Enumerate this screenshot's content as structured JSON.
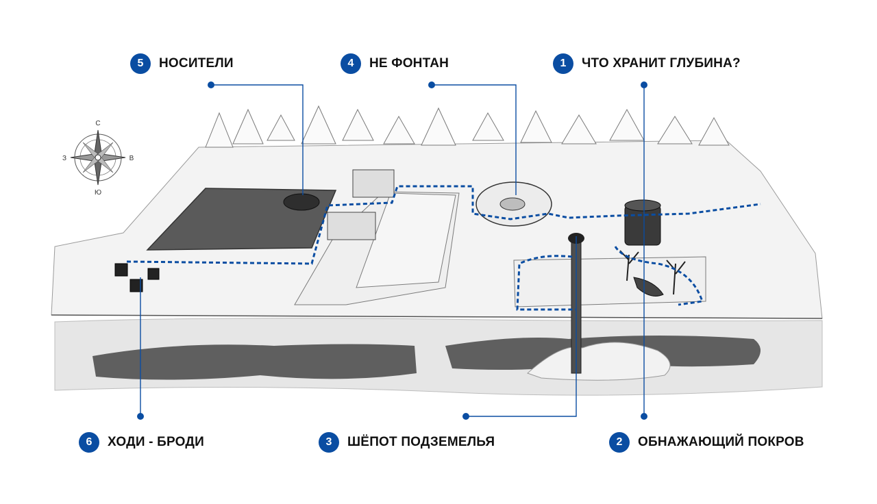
{
  "colors": {
    "accent": "#0a4da2",
    "dark_fill": "#595959",
    "ground": "#dcdcdc",
    "line": "#333333"
  },
  "compass": {
    "north": "С",
    "south": "Ю",
    "east": "В",
    "west": "З"
  },
  "points": [
    {
      "number": "5",
      "title": "НОСИТЕЛИ"
    },
    {
      "number": "4",
      "title": "НЕ ФОНТАН"
    },
    {
      "number": "1",
      "title": "ЧТО ХРАНИТ ГЛУБИНА?"
    },
    {
      "number": "6",
      "title": "ХОДИ - БРОДИ"
    },
    {
      "number": "3",
      "title": "ШЁПОТ ПОДЗЕМЕЛЬЯ"
    },
    {
      "number": "2",
      "title": "ОБНАЖАЮЩИЙ ПОКРОВ"
    }
  ]
}
